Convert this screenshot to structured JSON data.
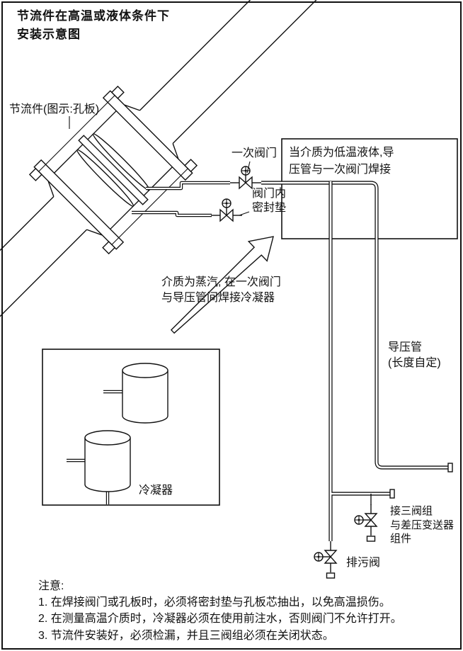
{
  "colors": {
    "ink": "#111111",
    "paper": "#ffffff"
  },
  "title": "节流件在高温或液体条件下\n安装示意图",
  "labels": {
    "throttle": "节流件(图示:孔板)",
    "primary_valve": "一次阀门",
    "valve_gasket": "阀门内\n密封垫",
    "low_temp_note": "当介质为低温液体,导\n压管与一次阀门焊接",
    "steam_note": "介质为蒸汽, 在一次阀门\n与导压管间焊接冷凝器",
    "impulse_pipe": "导压管\n(长度自定)",
    "manifold": "接三阀组\n与差压变送器\n组件",
    "drain_valve": "排污阀",
    "condenser": "冷凝器"
  },
  "notes": {
    "heading": "注意:",
    "items": [
      "1. 在焊接阀门或孔板时，必须将密封垫与孔板芯抽出，以免高温损伤。",
      "2. 在测量高温介质时，冷凝器必须在使用前注水，否则阀门不允许打开。",
      "3. 节流件安装好，必须检漏，并且三阀组必须在关闭状态。"
    ]
  }
}
